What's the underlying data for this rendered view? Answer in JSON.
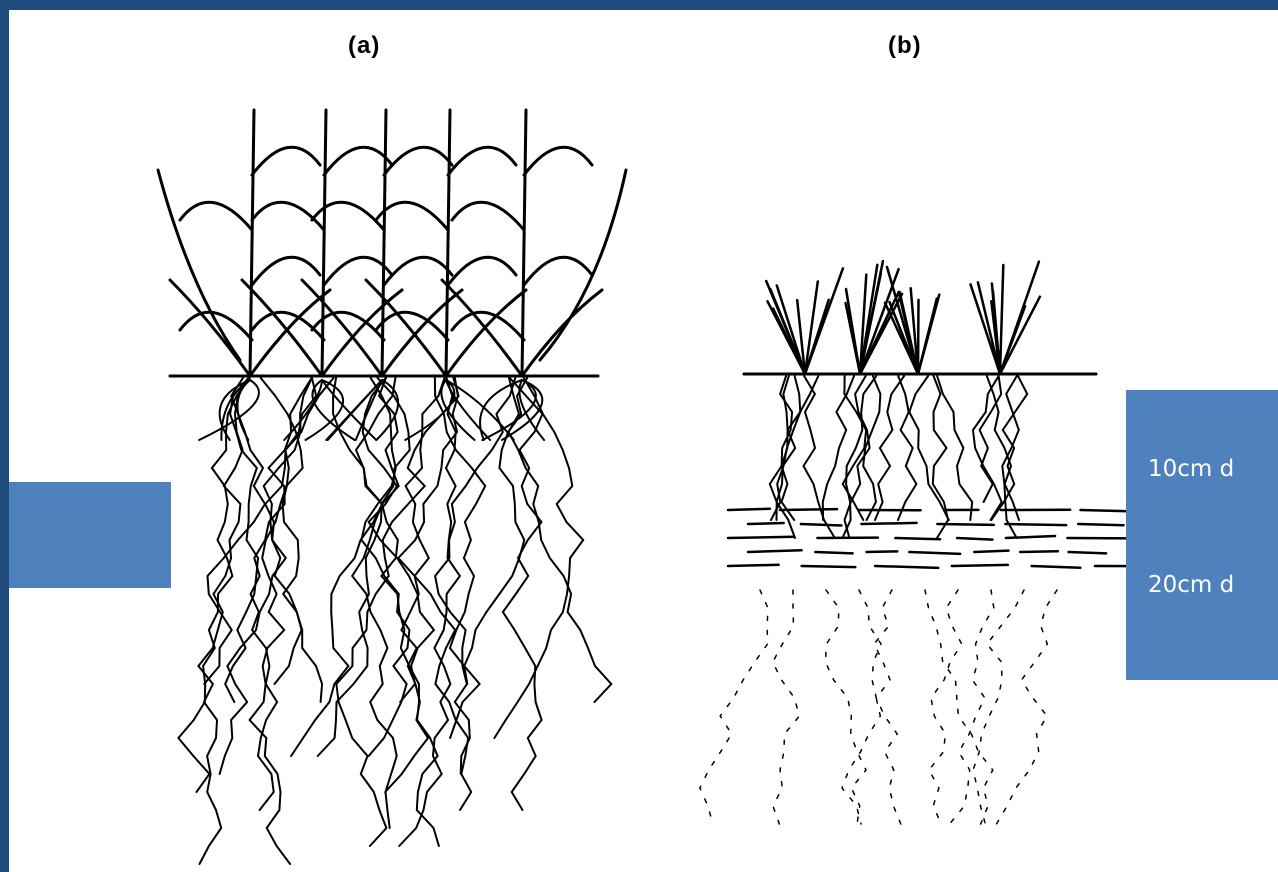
{
  "panels": {
    "a": {
      "label": "(a)"
    },
    "b": {
      "label": "(b)"
    }
  },
  "depth_labels": [
    "10cm d",
    "20cm d"
  ],
  "colors": {
    "frame": "#1f4a7c",
    "callout_box": "#4f81bd",
    "drawing": "#000000",
    "background": "#ffffff"
  }
}
